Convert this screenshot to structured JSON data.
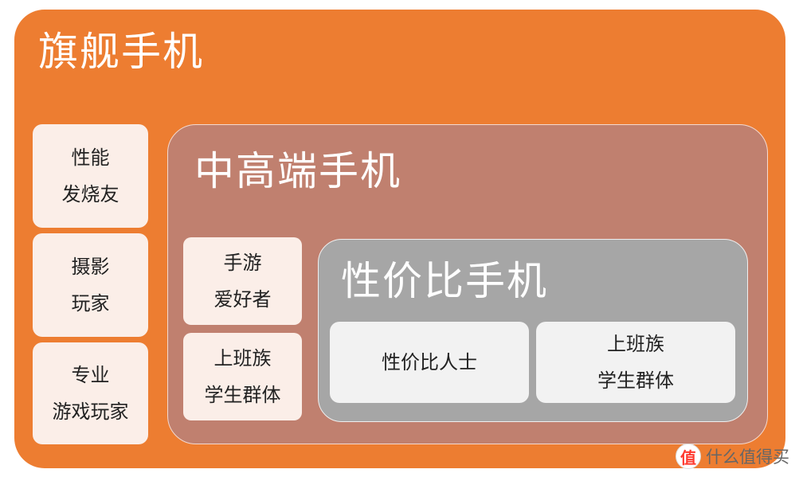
{
  "diagram": {
    "outer_level": {
      "title": "旗舰手机",
      "groups": [
        {
          "line1": "性能",
          "line2": "发烧友"
        },
        {
          "line1": "摄影",
          "line2": "玩家"
        },
        {
          "line1": "专业",
          "line2": "游戏玩家"
        }
      ]
    },
    "middle_level": {
      "title": "中高端手机",
      "groups": [
        {
          "line1": "手游",
          "line2": "爱好者"
        },
        {
          "line1": "上班族",
          "line2": "学生群体"
        }
      ]
    },
    "inner_level": {
      "title": "性价比手机",
      "groups": [
        {
          "line1": "性价比人士",
          "line2": ""
        },
        {
          "line1": "上班族",
          "line2": "学生群体"
        }
      ]
    }
  },
  "watermark": {
    "text": "什么值得买",
    "logo_char": "值"
  }
}
